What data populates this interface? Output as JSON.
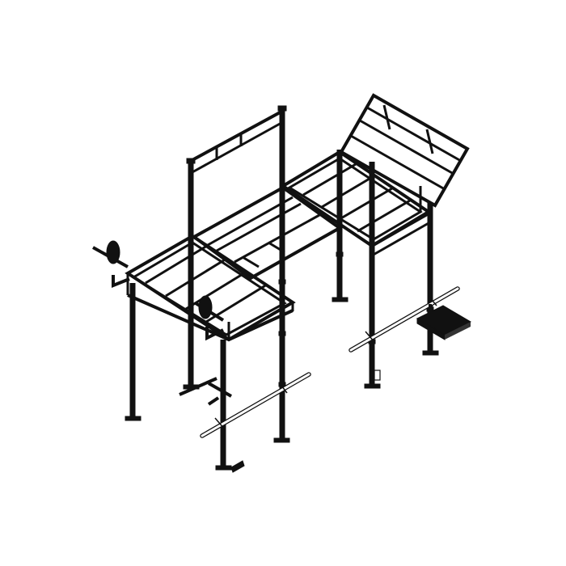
{
  "image": {
    "subject": "crossfit-rig-line-drawing",
    "background_color": "#ffffff",
    "line_color": "#111111",
    "components": [
      "pull-up-frame",
      "monkey-bar-grid",
      "angled-salmon-ladder",
      "vertical-posts",
      "floor-plates",
      "barbell",
      "barbell",
      "weight-plate-holders",
      "landmine-platform",
      "dip-station"
    ]
  }
}
